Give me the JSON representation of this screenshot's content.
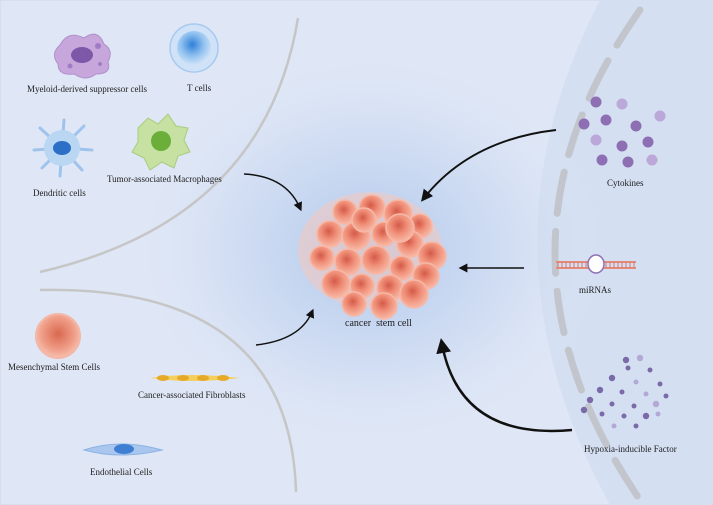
{
  "diagram": {
    "center_label": "cancer  stem cell",
    "left_cells": [
      {
        "id": "mdsc",
        "label": "Myeloid-derived suppressor cells"
      },
      {
        "id": "tcell",
        "label": "T cells"
      },
      {
        "id": "dc",
        "label": "Dendritic cells"
      },
      {
        "id": "tam",
        "label": "Tumor-associated Macrophages"
      },
      {
        "id": "msc",
        "label": "Mesenchymal Stem Cells"
      },
      {
        "id": "caf",
        "label": "Cancer-associated Fibroblasts"
      },
      {
        "id": "ec",
        "label": "Endothelial Cells"
      }
    ],
    "right_factors": [
      {
        "id": "cytokines",
        "label": "Cytokines"
      },
      {
        "id": "mirnas",
        "label": "miRNAs"
      },
      {
        "id": "hif",
        "label": "Hypoxia-inducible Factor"
      }
    ]
  },
  "colors": {
    "background": "#dfe7f6",
    "center_glow": "#b8cdee",
    "right_region": "#d3def1",
    "tumor": "#f2a08c",
    "tumor_core": "#d96a55",
    "boundary": "#c9c9c9",
    "arrow": "#111111",
    "cytokine_dot": "#8e6fb4",
    "cytokine_dot_light": "#bba8d8",
    "hif_dot": "#7a6aa8"
  }
}
